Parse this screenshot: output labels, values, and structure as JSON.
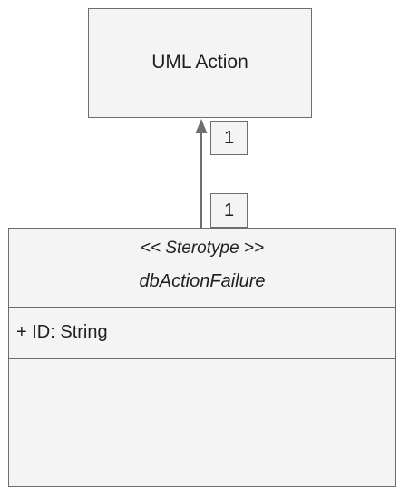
{
  "target_class": {
    "name": "UML Action"
  },
  "association": {
    "multiplicity_target": "1",
    "multiplicity_source": "1"
  },
  "source_class": {
    "stereotype": "<< Sterotype >>",
    "name": "dbActionFailure",
    "attributes": [
      "+ ID: String"
    ],
    "operations": []
  },
  "colors": {
    "border": "#6e6e6e",
    "fill": "#f4f4f4",
    "text": "#1f1f1f"
  }
}
